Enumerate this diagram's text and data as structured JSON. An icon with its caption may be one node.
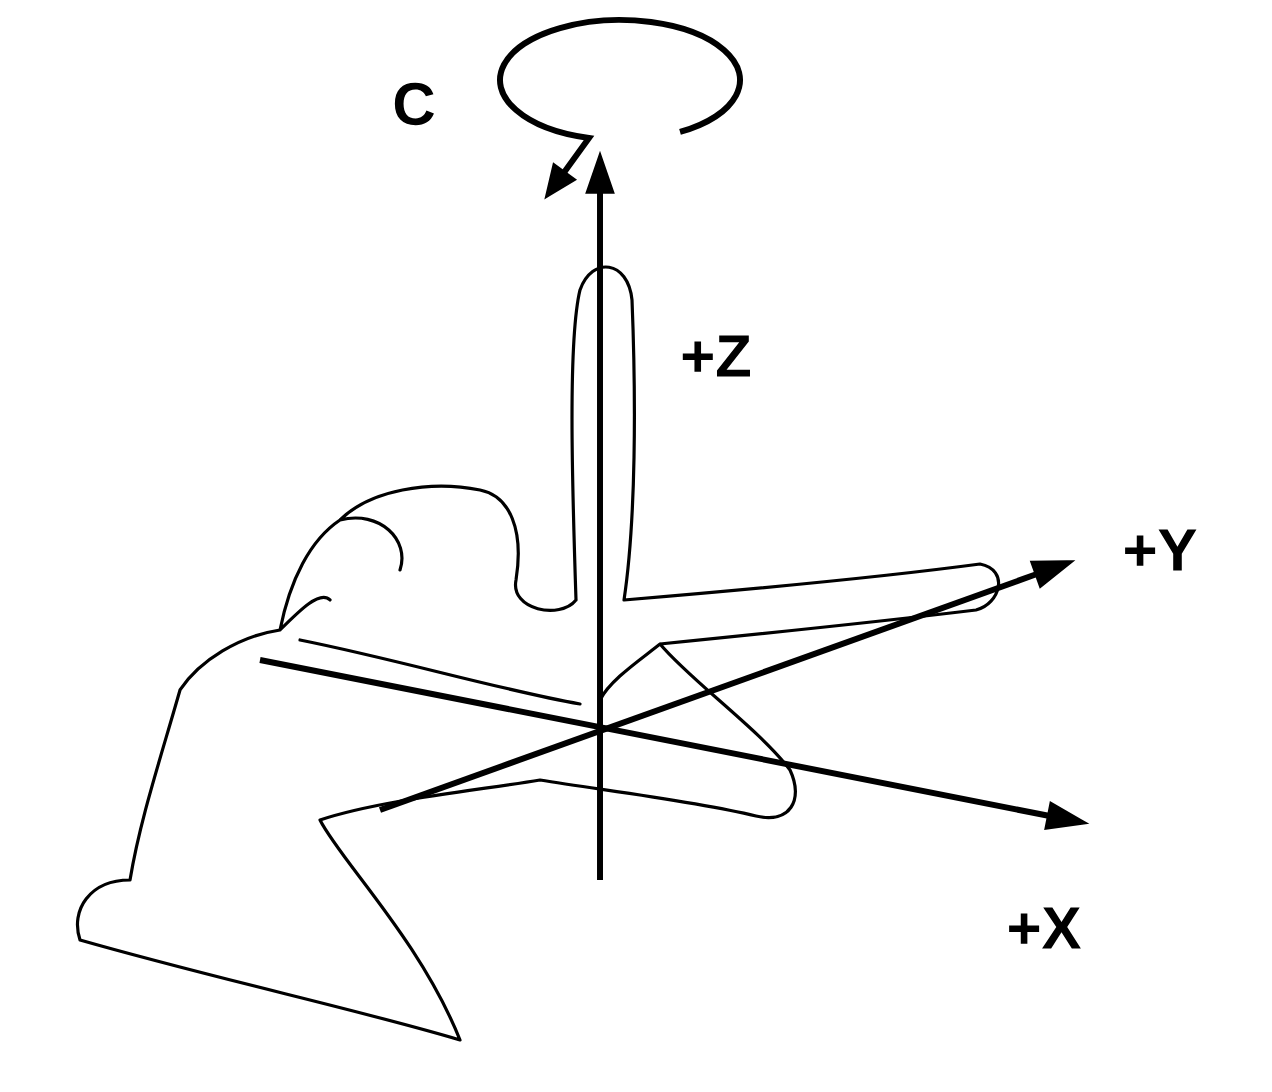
{
  "diagram": {
    "labels": [
      "C",
      "+Z",
      "+Y",
      "+X"
    ]
  }
}
